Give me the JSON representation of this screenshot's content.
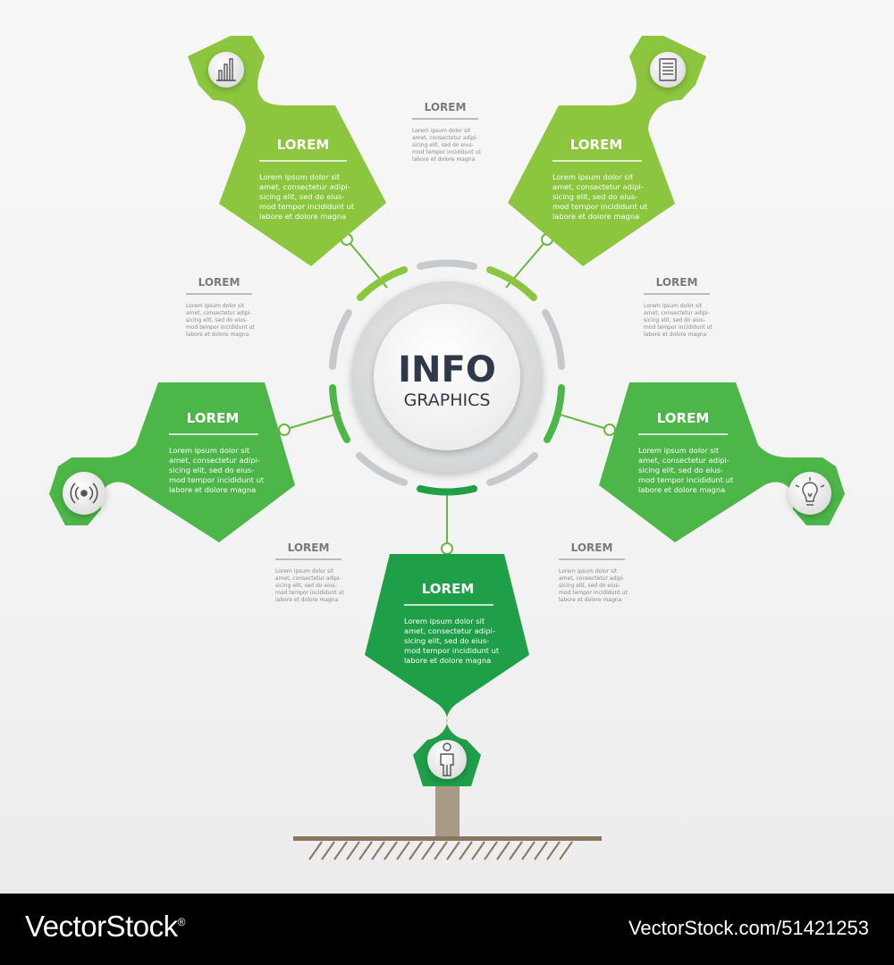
{
  "center": {
    "title": "INFO",
    "subtitle": "GRAPHICS"
  },
  "cards": [
    {
      "id": "top-left",
      "title": "LOREM",
      "text": [
        "Lorem ipsum dolor sit",
        "amet, consectetur adipi-",
        "sicing elit, sed do eius-",
        "mod tempor incididunt ut",
        "labore et dolore magna"
      ],
      "icon": "bar-chart-icon",
      "color": "#8cc63f"
    },
    {
      "id": "top-right",
      "title": "LOREM",
      "text": [
        "Lorem ipsum dolor sit",
        "amet, consectetur adipi-",
        "sicing elit, sed do eius-",
        "mod tempor incididunt ut",
        "labore et dolore magna"
      ],
      "icon": "document-icon",
      "color": "#8cc63f"
    },
    {
      "id": "middle-left",
      "title": "LOREM",
      "text": [
        "Lorem ipsum dolor sit",
        "amet, consectetur adipi-",
        "sicing elit, sed do eius-",
        "mod tempor incididunt ut",
        "labore et dolore magna"
      ],
      "icon": "signal-icon",
      "color": "#4cb648"
    },
    {
      "id": "middle-right",
      "title": "LOREM",
      "text": [
        "Lorem ipsum dolor sit",
        "amet, consectetur adipi-",
        "sicing elit, sed do eius-",
        "mod tempor incididunt ut",
        "labore et dolore magna"
      ],
      "icon": "lightbulb-icon",
      "color": "#4cb648"
    },
    {
      "id": "bottom",
      "title": "LOREM",
      "text": [
        "Lorem ipsum dolor sit",
        "amet, consectetur adipi-",
        "sicing elit, sed do eius-",
        "mod tempor incididunt ut",
        "labore et dolore magna"
      ],
      "icon": "person-icon",
      "color": "#1f9f48"
    }
  ],
  "notes": [
    {
      "id": "top-center",
      "title": "LOREM",
      "text": [
        "Lorem ipsum dolor sit",
        "amet, consectetur adipi-",
        "sicing elit, sed do eius-",
        "mod tempor incididunt ut",
        "labore et dolore magna"
      ]
    },
    {
      "id": "upper-left",
      "title": "LOREM",
      "text": [
        "Lorem ipsum dolor sit",
        "amet, consectetur adipi-",
        "sicing elit, sed do eius-",
        "mod tempor incididunt ut",
        "labore et dolore magna"
      ]
    },
    {
      "id": "upper-right",
      "title": "LOREM",
      "text": [
        "Lorem ipsum dolor sit",
        "amet, consectetur adipi-",
        "sicing elit, sed do eius-",
        "mod tempor incididunt ut",
        "labore et dolore magna"
      ]
    },
    {
      "id": "lower-left",
      "title": "LOREM",
      "text": [
        "Lorem ipsum dolor sit",
        "amet, consectetur adipi-",
        "sicing elit, sed do eius-",
        "mod tempor incididunt ut",
        "labore et dolore magna"
      ]
    },
    {
      "id": "lower-right",
      "title": "LOREM",
      "text": [
        "Lorem ipsum dolor sit",
        "amet, consectetur adipi-",
        "sicing elit, sed do eius-",
        "mod tempor incididunt ut",
        "labore et dolore magna"
      ]
    }
  ],
  "footer": {
    "brand": "VectorStock",
    "registered": "®",
    "url": "VectorStock.com/51421253"
  },
  "colors": {
    "title": "#2e3a4a",
    "note": "#7a7a7a",
    "trunk": "#a89a85",
    "ground": "#8a7560"
  }
}
